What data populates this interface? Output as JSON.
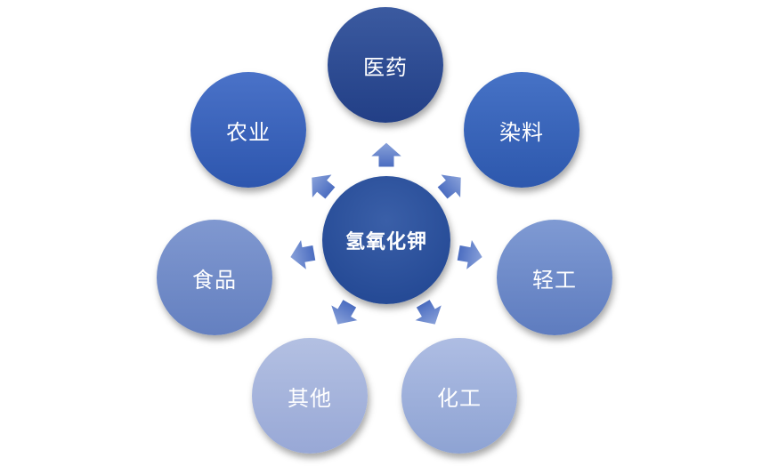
{
  "center": {
    "label": "氢氧化钾",
    "color_top": "#3a5fa8",
    "color_bottom": "#1f4490"
  },
  "nodes": [
    {
      "label": "医药",
      "color_top": "#3b5aa0",
      "color_bottom": "#223f86"
    },
    {
      "label": "染料",
      "color_top": "#4672c6",
      "color_bottom": "#2d58ad"
    },
    {
      "label": "轻工",
      "color_top": "#7f9ad3",
      "color_bottom": "#5e7cbf"
    },
    {
      "label": "化工",
      "color_top": "#aebde3",
      "color_bottom": "#8ea3d3"
    },
    {
      "label": "其他",
      "color_top": "#b3c0e2",
      "color_bottom": "#98a8d6"
    },
    {
      "label": "食品",
      "color_top": "#8098d0",
      "color_bottom": "#6480c0"
    },
    {
      "label": "农业",
      "color_top": "#4a72c8",
      "color_bottom": "#2d56ae"
    }
  ]
}
